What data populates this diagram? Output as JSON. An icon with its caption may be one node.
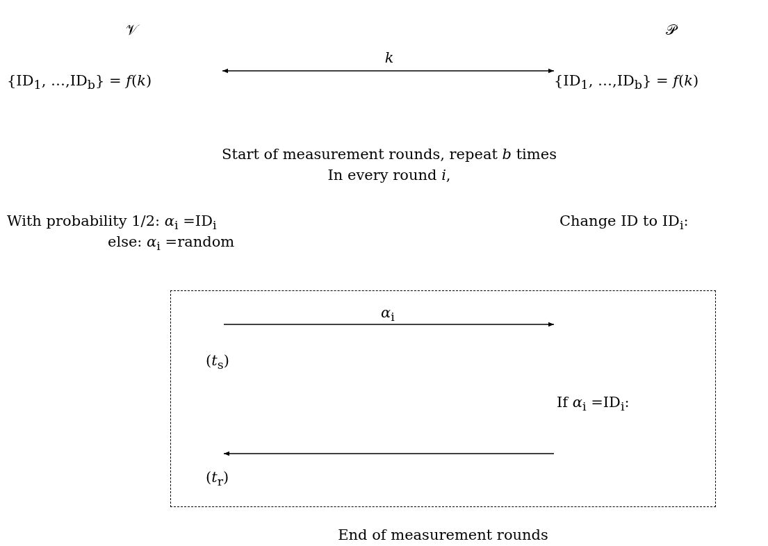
{
  "diagram": {
    "nodes": [
      {
        "text": [
          "𝒱"
        ]
      },
      {
        "text": [
          "𝒫"
        ]
      },
      {
        "text": [
          "{ID$_{1}$, …,ID$_{b}$} = *f*(*k*)"
        ]
      },
      {
        "text": [
          "{ID$_{1}$, …,ID$_{b}$} = *f*(*k*)"
        ]
      },
      {
        "text": [],
        "shape": "box",
        "beside": [
          "End of measurement rounds"
        ]
      },
      {
        "text": [
          "(*t*$_{s}$)"
        ],
        "in": 4
      },
      {
        "text": [
          "If *α*$_{i}$ =ID$_{i}$:"
        ],
        "in": 4
      },
      {
        "text": [
          "(*t*$_{r}$)"
        ],
        "in": 4
      }
    ],
    "edges": [
      {
        "from": 2,
        "to": 3,
        "arrow": "both",
        "label": "*k*"
      },
      {
        "from": 5,
        "to": null,
        "arrow": "to",
        "label": "*α*$_{i}$"
      },
      {
        "from": null,
        "to": 7,
        "arrow": "to"
      }
    ],
    "labels": [
      "Start of measurement rounds, repeat *b* times",
      "In every round *i*,",
      "With probability 1/2: *α*$_{i}$ =ID$_{i}$",
      "Change ID to ID$_{i}$:",
      "else: *α*$_{i}$ =random"
    ]
  }
}
